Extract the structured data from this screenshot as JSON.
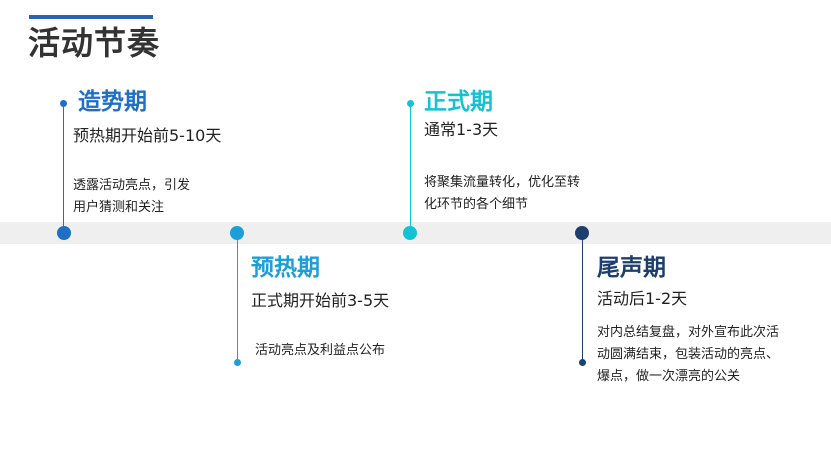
{
  "title": "活动节奏",
  "colors": {
    "accent": "#2a63b6",
    "stage1": "#1f6fc5",
    "stage2": "#1e9ed8",
    "stage3": "#14c2d6",
    "stage4": "#1c3f6e",
    "band": "#efefef"
  },
  "stages": [
    {
      "name": "造势期",
      "time": "预热期开始前5-10天",
      "desc_lines": [
        "透露活动亮点，引发",
        "用户猜测和关注"
      ]
    },
    {
      "name": "预热期",
      "time": "正式期开始前3-5天",
      "desc_lines": [
        "活动亮点及利益点公布"
      ]
    },
    {
      "name": "正式期",
      "time": "通常1-3天",
      "desc_lines": [
        "将聚集流量转化，优化至转",
        "化环节的各个细节"
      ]
    },
    {
      "name": "尾声期",
      "time": "活动后1-2天",
      "desc_lines": [
        "对内总结复盘，对外宣布此次活",
        "动圆满结束，包装活动的亮点、",
        "爆点，做一次漂亮的公关"
      ]
    }
  ]
}
